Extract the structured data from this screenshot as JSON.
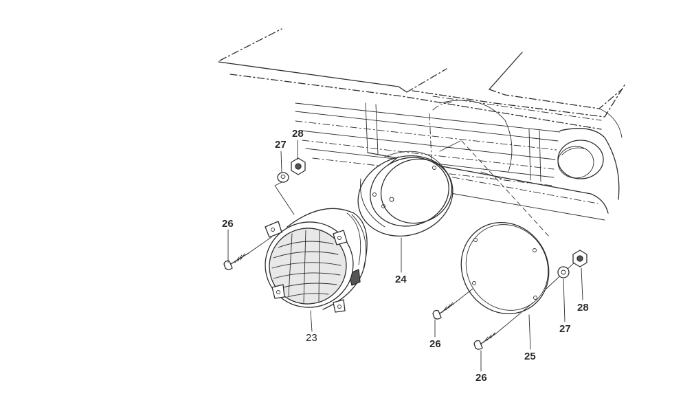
{
  "callouts": {
    "p23": "23",
    "p24": "24",
    "p25": "25",
    "p26a": "26",
    "p26b": "26",
    "p26c": "26",
    "p27a": "27",
    "p27b": "27",
    "p28a": "28",
    "p28b": "28"
  }
}
